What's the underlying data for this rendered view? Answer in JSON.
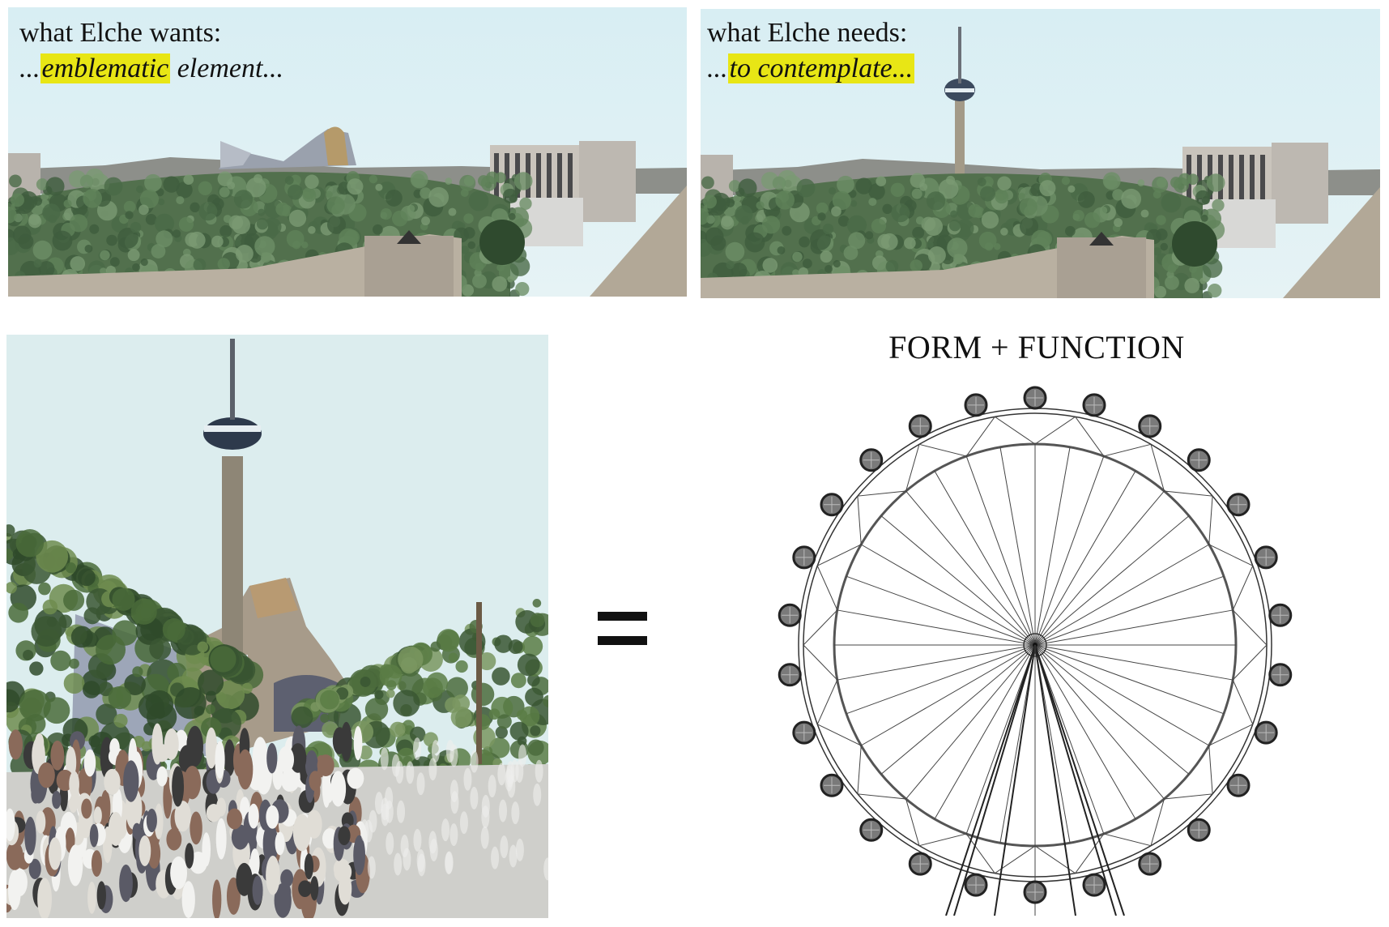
{
  "panels": {
    "wants": {
      "line1": "what Elche wants:",
      "prefix": "...",
      "highlight": "emblematic",
      "suffix": " element..."
    },
    "needs": {
      "line1": "what Elche needs:",
      "prefix": "...",
      "highlight": "to contemplate...",
      "suffix": ""
    }
  },
  "equals_symbol": "=",
  "diagram": {
    "title": "FORM + FUNCTION"
  },
  "colors": {
    "highlight": "#e8e615",
    "sky": "#d6ecf1",
    "foliage": "#4f6e4a",
    "ink": "#111111"
  }
}
